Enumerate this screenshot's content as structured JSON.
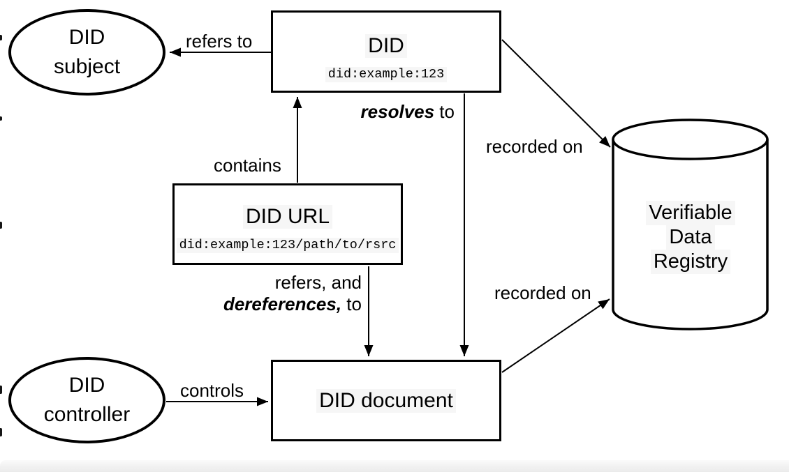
{
  "diagram": {
    "nodes": {
      "did_subject": {
        "line1": "DID",
        "line2": "subject"
      },
      "did_controller": {
        "line1": "DID",
        "line2": "controller"
      },
      "did": {
        "title": "DID",
        "example": "did:example:123"
      },
      "did_url": {
        "title": "DID URL",
        "example": "did:example:123/path/to/rsrc"
      },
      "did_document": {
        "title": "DID document"
      },
      "registry": {
        "line1": "Verifiable",
        "line2": "Data",
        "line3": "Registry"
      }
    },
    "edges": {
      "refers_to": {
        "label": "refers to"
      },
      "contains": {
        "label": "contains"
      },
      "resolves_to": {
        "em": "resolves",
        "rest": " to"
      },
      "dereferences_to": {
        "line1": "refers, and",
        "em": "dereferences,",
        "rest": " to"
      },
      "controls": {
        "label": "controls"
      },
      "recorded_on_did": {
        "label": "recorded on"
      },
      "recorded_on_doc": {
        "label": "recorded on"
      }
    },
    "colors": {
      "stroke": "#000000",
      "background": "#ffffff",
      "label_highlight": "#f6f6f6",
      "bottom_bar": "#ebebeb"
    }
  }
}
